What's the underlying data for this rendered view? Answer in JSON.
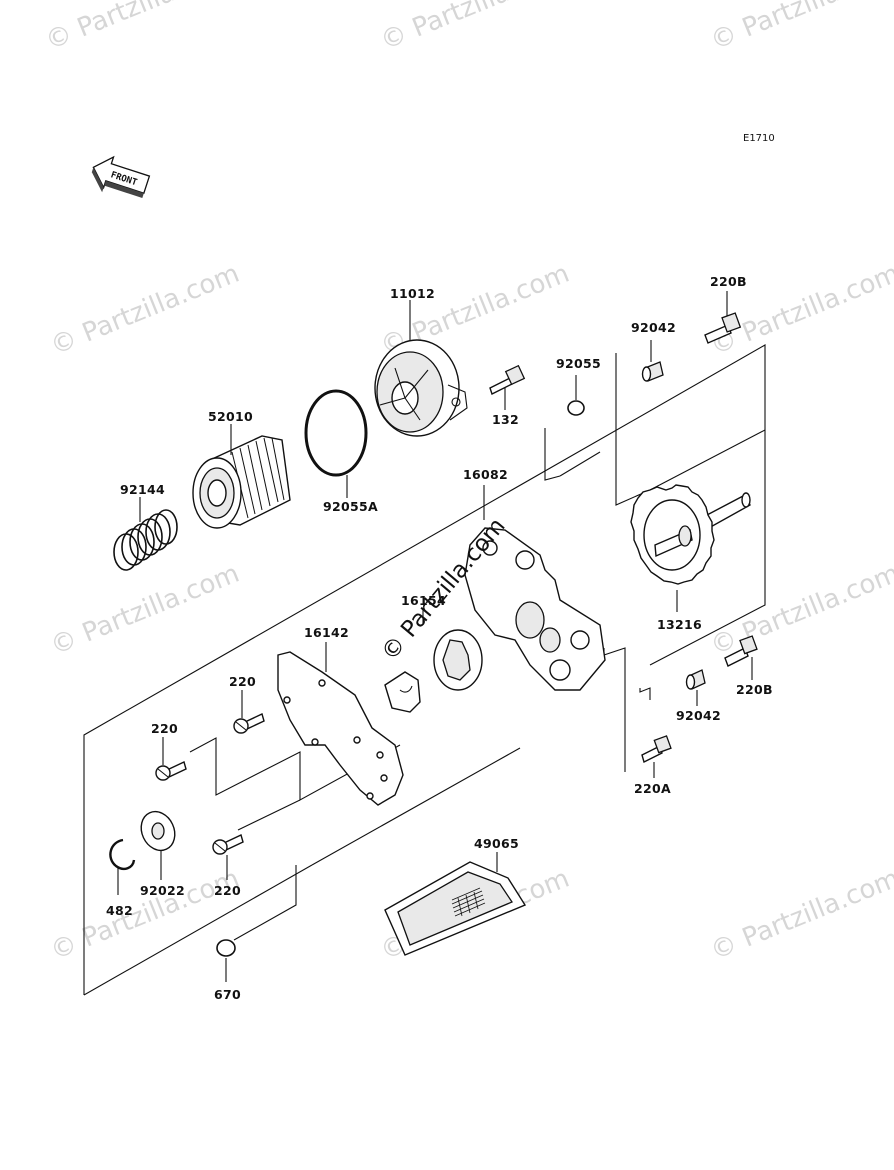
{
  "diagram_code": "E1710",
  "front_arrow_label": "FRONT",
  "watermark_text": "© Partzilla.com",
  "center_watermark_text": "© Partzilla.com",
  "parts": {
    "p11012": "11012",
    "p52010": "52010",
    "p92144": "92144",
    "p92055A": "92055A",
    "p132": "132",
    "p92055": "92055",
    "p16082": "16082",
    "p92042_top": "92042",
    "p220B_top": "220B",
    "p13216": "13216",
    "p220B_bottom": "220B",
    "p92042_bottom": "92042",
    "p220A": "220A",
    "p16154": "16154",
    "p16142": "16142",
    "p220_a": "220",
    "p220_b": "220",
    "p220_c": "220",
    "p92022": "92022",
    "p482": "482",
    "p49065": "49065",
    "p670": "670"
  },
  "colors": {
    "line": "#111111",
    "watermark": "#d6d6d6",
    "background": "#ffffff"
  }
}
